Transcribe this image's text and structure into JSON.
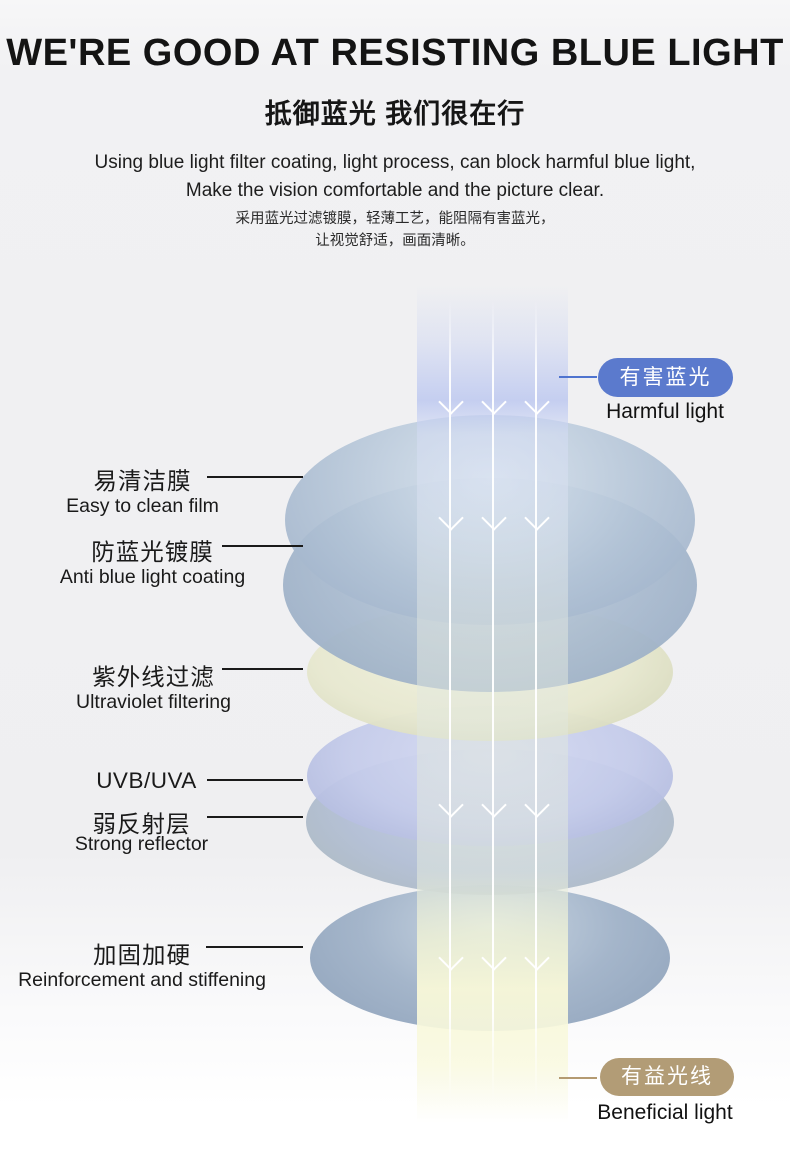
{
  "header": {
    "title": "WE'RE GOOD AT RESISTING BLUE LIGHT",
    "subtitle_cn": "抵御蓝光 我们很在行",
    "desc_line1": "Using blue light filter coating, light process, can block harmful blue light,",
    "desc_line2": "Make the vision comfortable and the picture clear.",
    "desc_cn_line1": "采用蓝光过滤镀膜，轻薄工艺，能阻隔有害蓝光，",
    "desc_cn_line2": "让视觉舒适，画面清晰。"
  },
  "diagram": {
    "harmful": {
      "badge_cn": "有害蓝光",
      "label_en": "Harmful light",
      "badge_color": "#5b7acd",
      "line_color": "#4f74cf"
    },
    "beneficial": {
      "badge_cn": "有益光线",
      "label_en": "Beneficial light",
      "badge_color": "#b29c76",
      "line_color": "#b49a72"
    },
    "layers": [
      {
        "cn": "易清洁膜",
        "en": "Easy to clean film"
      },
      {
        "cn": "防蓝光镀膜",
        "en": "Anti blue light coating"
      },
      {
        "cn": "紫外线过滤",
        "en": "Ultraviolet filtering"
      },
      {
        "cn": "UVB/UVA",
        "en": ""
      },
      {
        "cn": "弱反射层",
        "en": "Strong reflector"
      },
      {
        "cn": "加固加硬",
        "en": "Reinforcement and stiffening"
      }
    ]
  }
}
